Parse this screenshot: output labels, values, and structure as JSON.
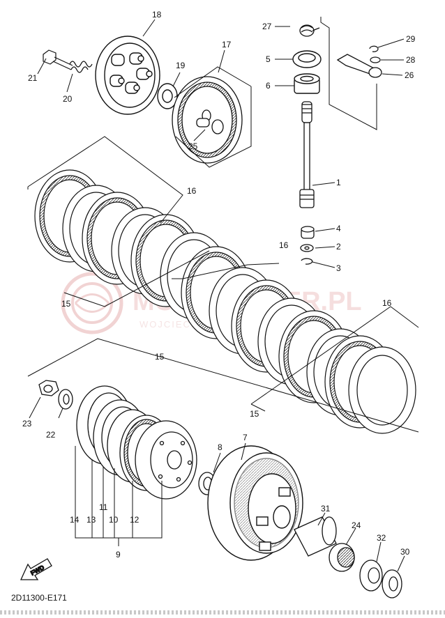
{
  "diagram": {
    "code": "2D11300-E171",
    "fwd_label": "FWD",
    "watermark": {
      "line1": "MOTOCENTER.PL",
      "line2": "WOJCIECHOWSKI | CZĘŚCI YAMAHA"
    },
    "callouts": [
      "27",
      "29",
      "28",
      "26",
      "18",
      "17",
      "5",
      "6",
      "21",
      "19",
      "20",
      "25",
      "1",
      "16",
      "4",
      "2",
      "3",
      "16",
      "15",
      "16",
      "15",
      "15",
      "22",
      "23",
      "8",
      "7",
      "11",
      "14",
      "13",
      "10",
      "12",
      "9",
      "31",
      "24",
      "32",
      "30"
    ]
  }
}
